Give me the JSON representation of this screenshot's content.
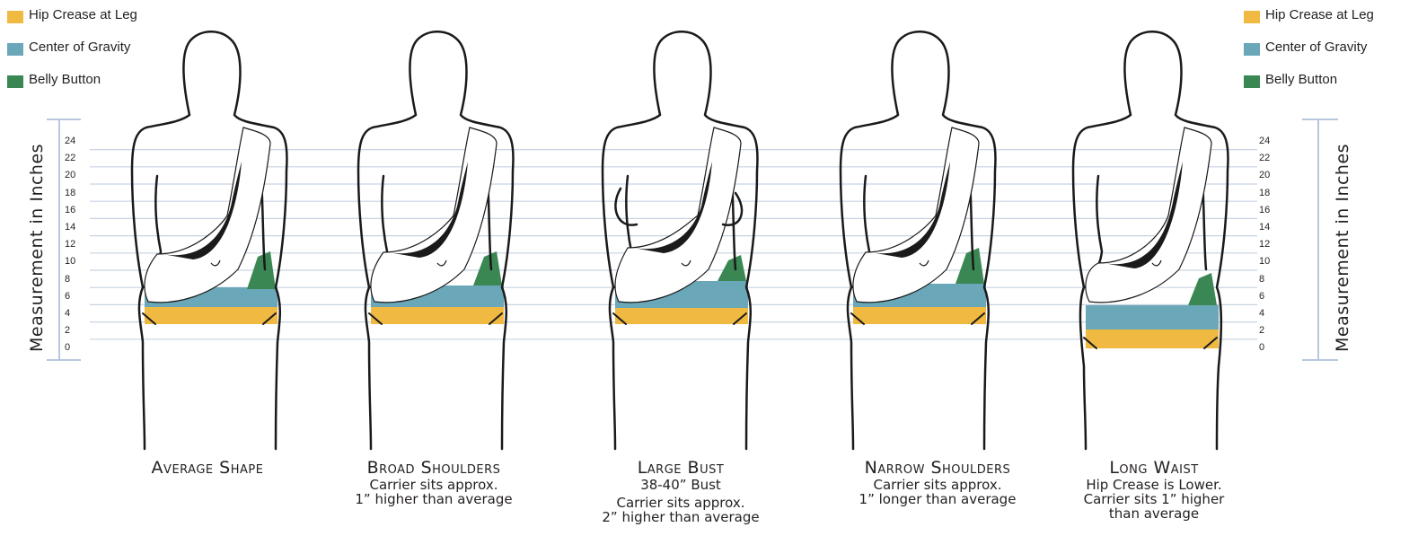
{
  "legend": {
    "items": [
      {
        "label": "Hip Crease at Leg",
        "color": "#F0B942"
      },
      {
        "label": "Center of Gravity",
        "color": "#6AA7B8"
      },
      {
        "label": "Belly Button",
        "color": "#3A8754"
      }
    ]
  },
  "axis": {
    "title": "Measurement in Inches",
    "ticks": [
      "24",
      "22",
      "20",
      "18",
      "16",
      "14",
      "12",
      "10",
      "8",
      "6",
      "4",
      "2",
      "0"
    ]
  },
  "figures": [
    {
      "title": "Average Shape",
      "lines": []
    },
    {
      "title": "Broad Shoulders",
      "lines": [
        "Carrier sits approx.",
        "1” higher than average"
      ]
    },
    {
      "title": "Large Bust",
      "lines": [
        "38-40” Bust",
        "Carrier sits approx.",
        "2” higher than average"
      ]
    },
    {
      "title": "Narrow Shoulders",
      "lines": [
        "Carrier sits approx.",
        "1” longer than average"
      ]
    },
    {
      "title": "Long Waist",
      "lines": [
        "Hip Crease is Lower.",
        "Carrier sits 1” higher",
        "than average"
      ]
    }
  ]
}
